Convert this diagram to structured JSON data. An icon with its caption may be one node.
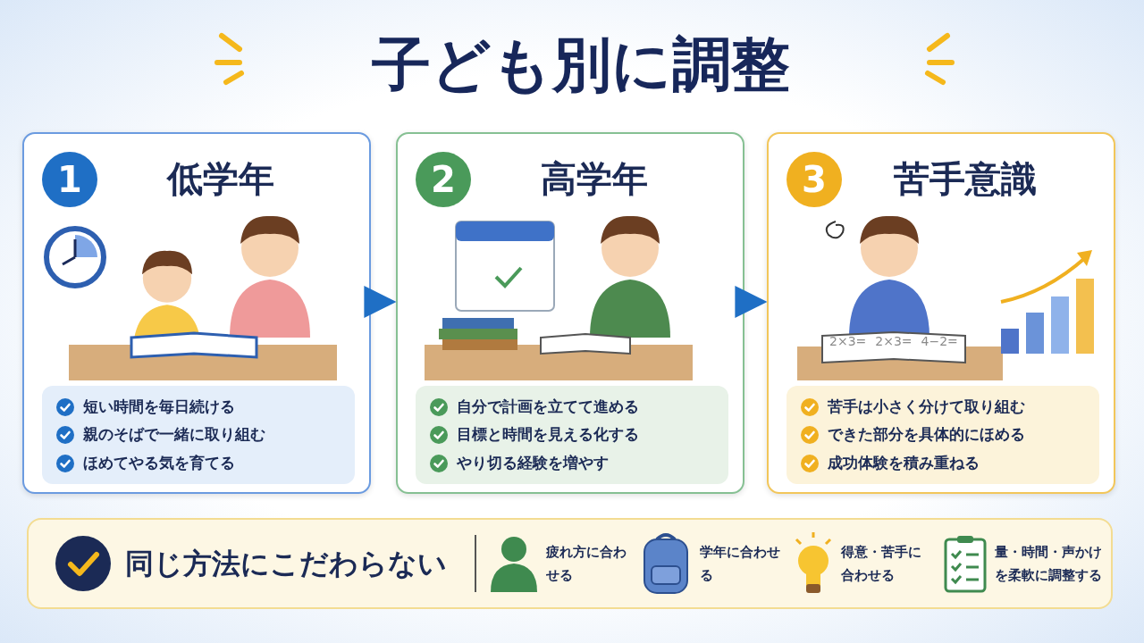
{
  "diagram": {
    "title": "子ども別に調整",
    "nodes": [
      {
        "text": [
          "低学年"
        ]
      },
      {
        "text": [
          "1"
        ],
        "in": 0
      },
      {
        "text": [
          "短い時間を毎日続ける",
          "親のそばで一緒に取り組む",
          "ほめてやる気を育てる"
        ],
        "in": 0
      },
      {
        "text": [
          "高学年"
        ]
      },
      {
        "text": [
          "2"
        ],
        "in": 3
      },
      {
        "text": [
          "自分で計画を立てて進める",
          "目標と時間を見える化する",
          "やり切る経験を増やす"
        ],
        "in": 3
      },
      {
        "text": [
          "苦手意識"
        ]
      },
      {
        "text": [
          "3"
        ],
        "in": 6
      },
      {
        "text": [
          "苦手は小さく分けて取り組む",
          "できた部分を具体的にほめる",
          "成功体験を積み重ねる"
        ],
        "in": 6
      },
      {
        "text": [
          "同じ方法にこだわらない"
        ]
      }
    ],
    "edges": [
      {
        "from": 0,
        "to": 3,
        "arrow": "to"
      },
      {
        "from": 3,
        "to": 6,
        "arrow": "to"
      }
    ],
    "labels": [
      "2×3=",
      "2×3=",
      "4−2=",
      "疲れ方に合わせる",
      "学年に合わせる",
      "得意・苦手に合わせる",
      "量・時間・声かけを柔軟に調整する"
    ]
  }
}
